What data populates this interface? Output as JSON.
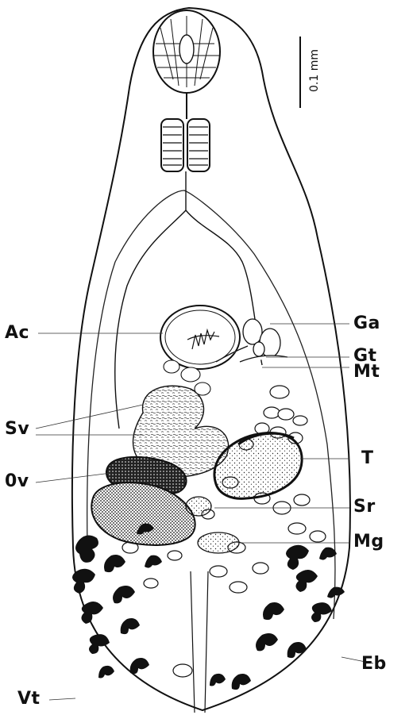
{
  "figure": {
    "scale_bar_label": "0.1 mm",
    "labels": {
      "ac": "Ac",
      "sv": "Sv",
      "ov": "0v",
      "vt": "Vt",
      "ga": "Ga",
      "gt": "Gt",
      "mt": "Mt",
      "t": "T",
      "sr": "Sr",
      "mg": "Mg",
      "eb": "Eb"
    }
  }
}
